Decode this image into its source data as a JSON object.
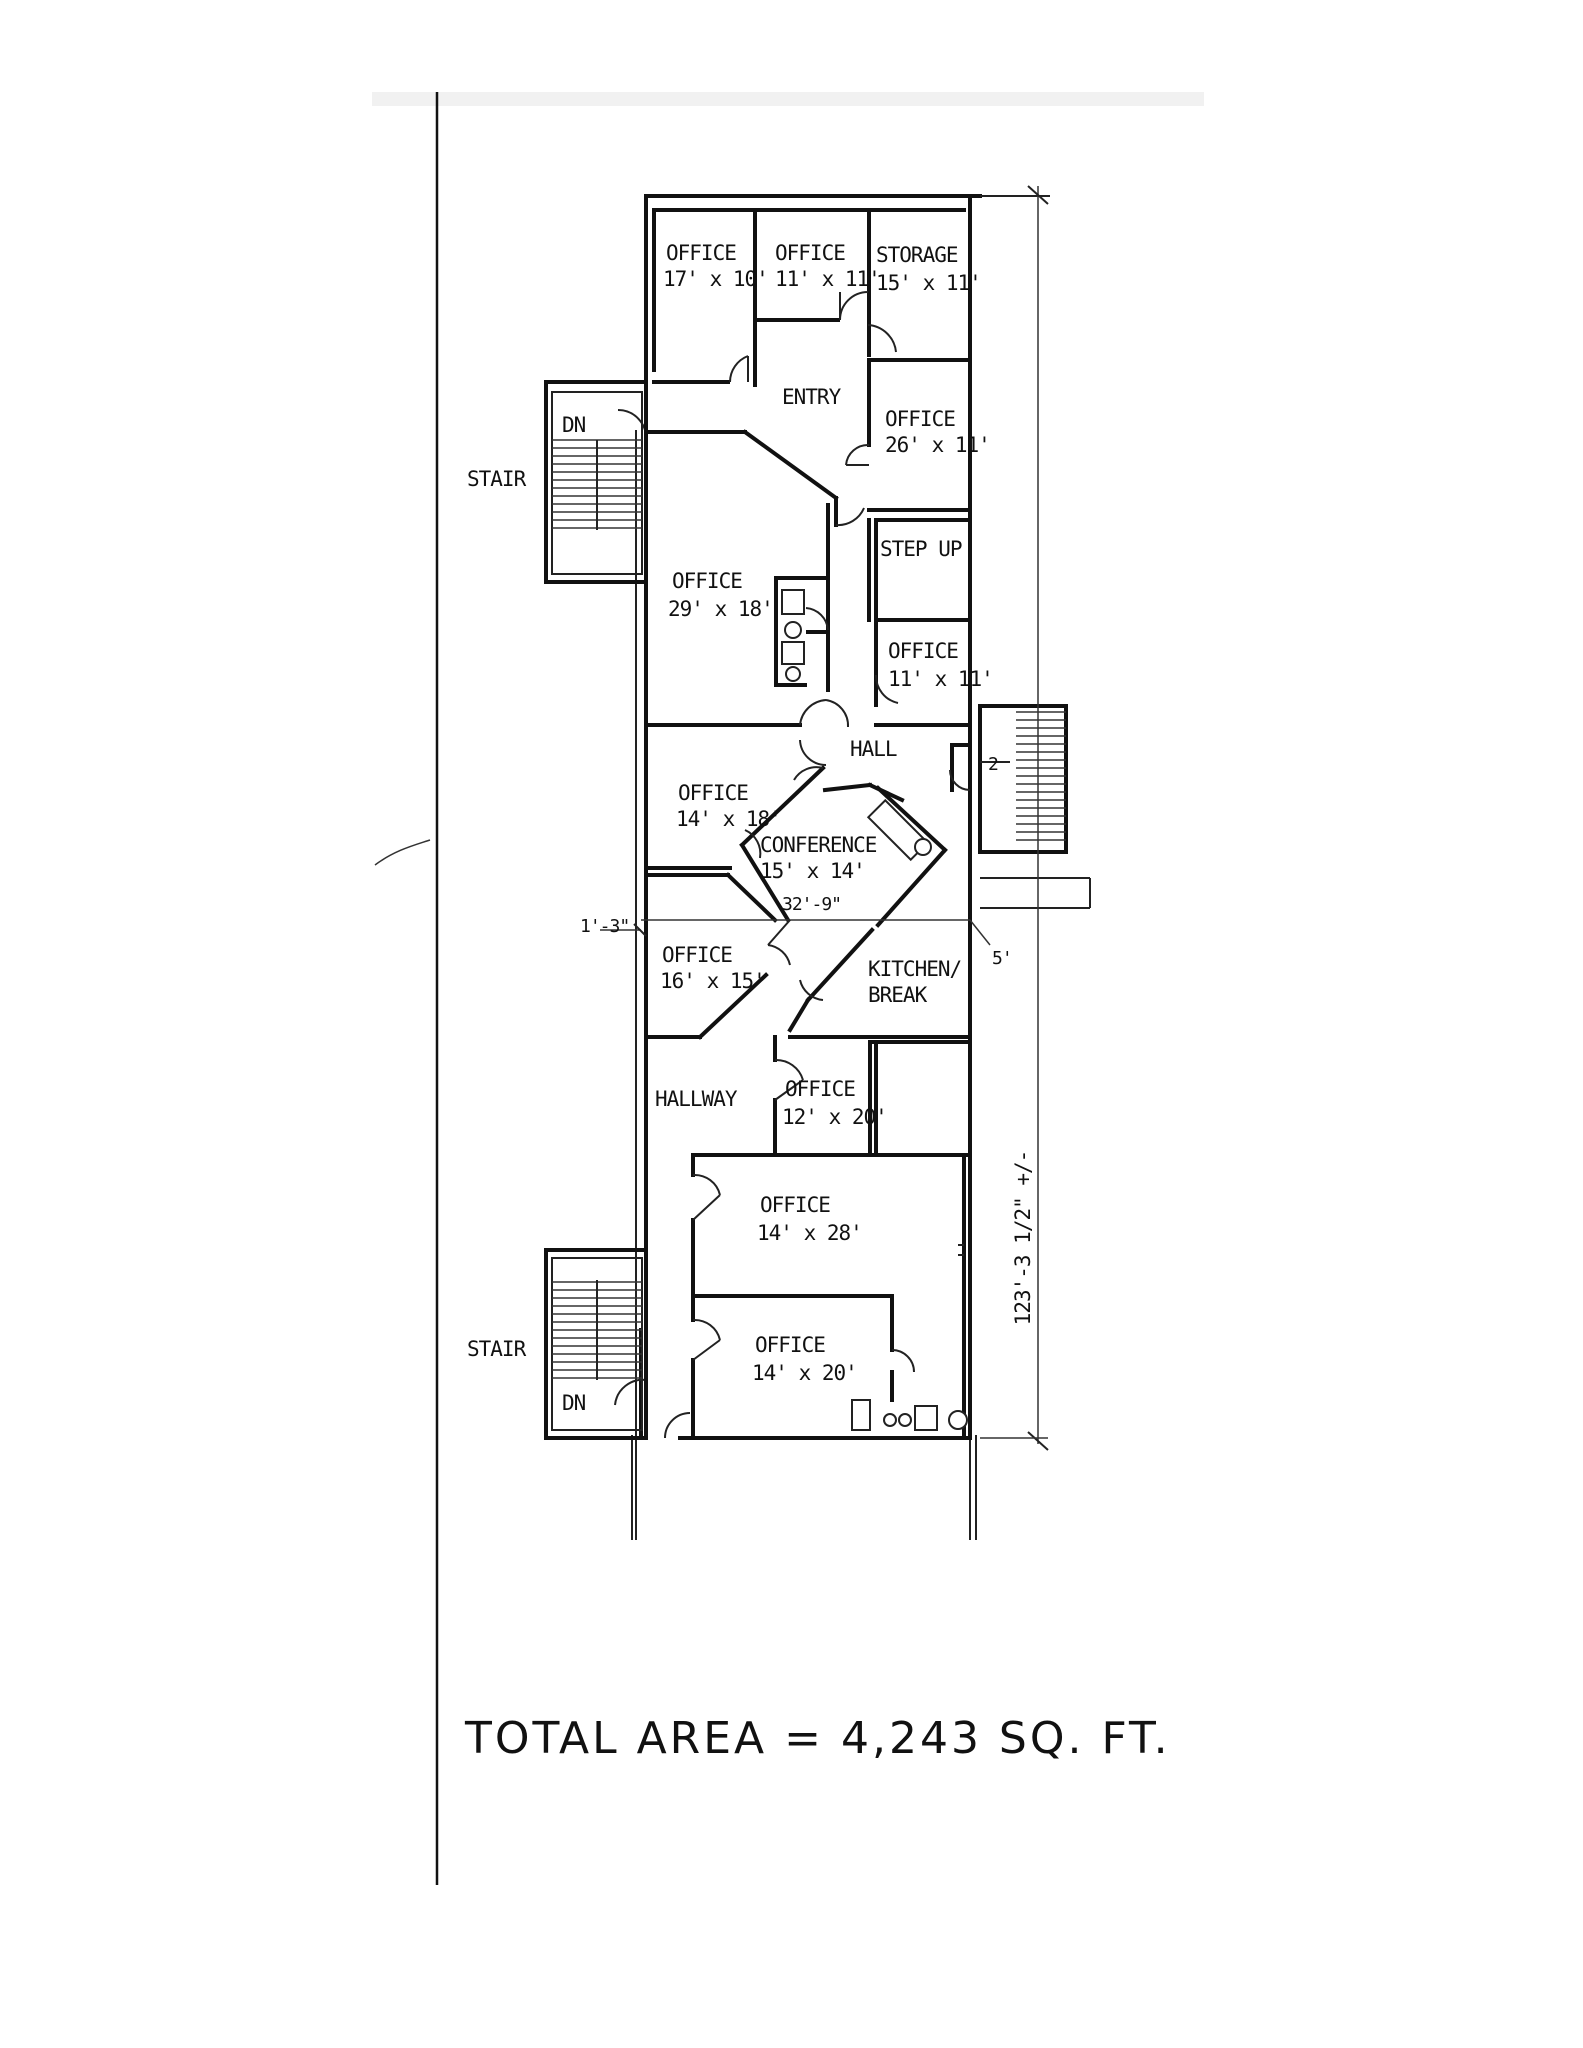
{
  "rooms": {
    "office_1": {
      "name": "OFFICE",
      "size": "17' x 10'"
    },
    "office_2": {
      "name": "OFFICE",
      "size": "11' x 11'"
    },
    "storage": {
      "name": "STORAGE",
      "size": "15' x 11'"
    },
    "entry": {
      "name": "ENTRY"
    },
    "office_3": {
      "name": "OFFICE",
      "size": "26' x 11'"
    },
    "step_up": {
      "name": "STEP UP"
    },
    "office_4": {
      "name": "OFFICE",
      "size": "29' x 18'"
    },
    "office_5": {
      "name": "OFFICE",
      "size": "11' x 11'"
    },
    "hall": {
      "name": "HALL"
    },
    "office_6": {
      "name": "OFFICE",
      "size": "14' x 18'"
    },
    "conference": {
      "name": "CONFERENCE",
      "size": "15' x 14'"
    },
    "office_7": {
      "name": "OFFICE",
      "size": "16' x 15'"
    },
    "kitchen": {
      "name": "KITCHEN/",
      "name2": "BREAK"
    },
    "hallway": {
      "name": "HALLWAY"
    },
    "office_8": {
      "name": "OFFICE",
      "size": "12' x 20'"
    },
    "office_9": {
      "name": "OFFICE",
      "size": "14' x 28'"
    },
    "office_10": {
      "name": "OFFICE",
      "size": "14' x 20'"
    }
  },
  "stairs": {
    "upper": {
      "label": "STAIR",
      "dn": "DN"
    },
    "lower": {
      "label": "STAIR",
      "dn": "DN"
    },
    "east_mark": "2"
  },
  "dimensions": {
    "inner_width": "32'-9\"",
    "left_offset": "1'-3\"",
    "right_offset": "5'",
    "overall_length": "123'-3 1/2\" +/-"
  },
  "total_area": "TOTAL AREA = 4,243 SQ. FT."
}
